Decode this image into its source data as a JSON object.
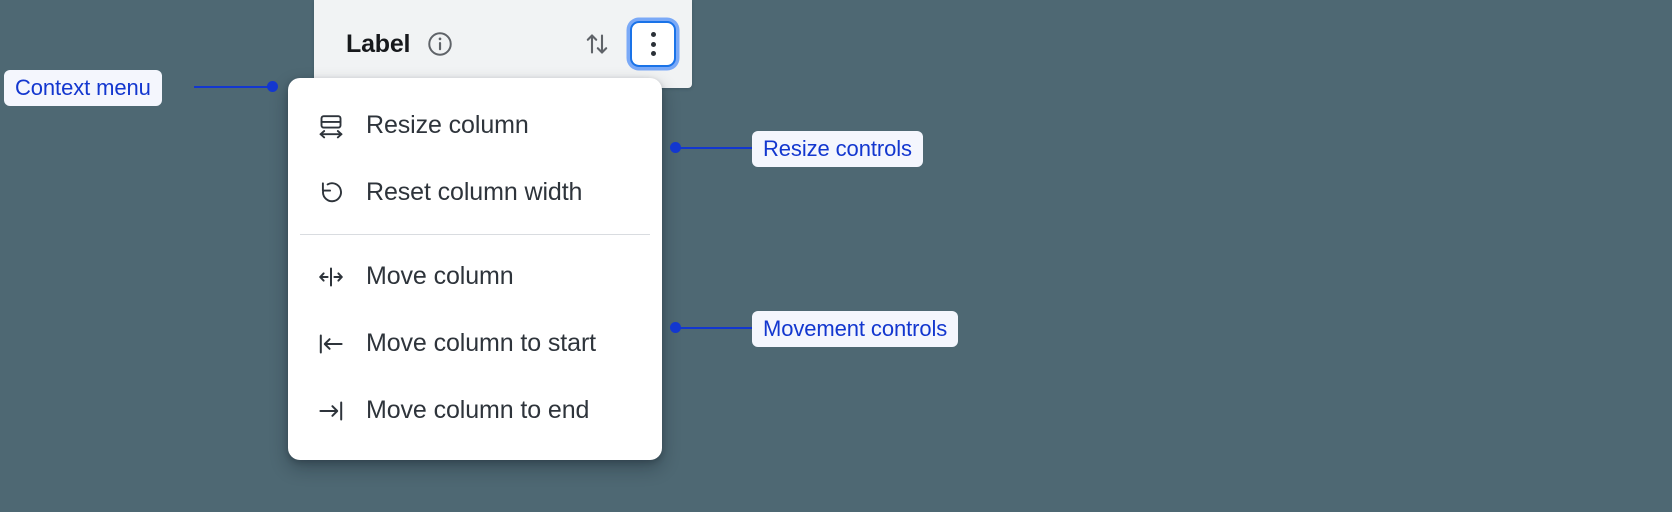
{
  "theme": {
    "background": "#4e6873",
    "header_bg": "#f1f3f4",
    "menu_bg": "#ffffff",
    "accent_blue": "#1a73e8",
    "annotation_blue": "#1337cf",
    "annotation_chip_bg": "#f4f6fd",
    "menu_text": "#2e343b",
    "divider": "#d9dce0"
  },
  "column_header": {
    "title": "Label",
    "info_icon": "info-circle-icon",
    "sort_icon": "sort-up-down-icon",
    "menu_button_icon": "kebab-vertical-icon",
    "menu_button_focused": true
  },
  "context_menu": {
    "groups": [
      {
        "name": "resize-controls",
        "items": [
          {
            "icon": "resize-column-icon",
            "label": "Resize column"
          },
          {
            "icon": "reset-width-icon",
            "label": "Reset column width"
          }
        ]
      },
      {
        "name": "movement-controls",
        "items": [
          {
            "icon": "move-column-icon",
            "label": "Move column"
          },
          {
            "icon": "move-to-start-icon",
            "label": "Move column to start"
          },
          {
            "icon": "move-to-end-icon",
            "label": "Move column to end"
          }
        ]
      }
    ]
  },
  "annotations": [
    {
      "id": "context-menu",
      "label": "Context menu"
    },
    {
      "id": "resize-controls",
      "label": "Resize controls"
    },
    {
      "id": "movement-controls",
      "label": "Movement controls"
    }
  ]
}
